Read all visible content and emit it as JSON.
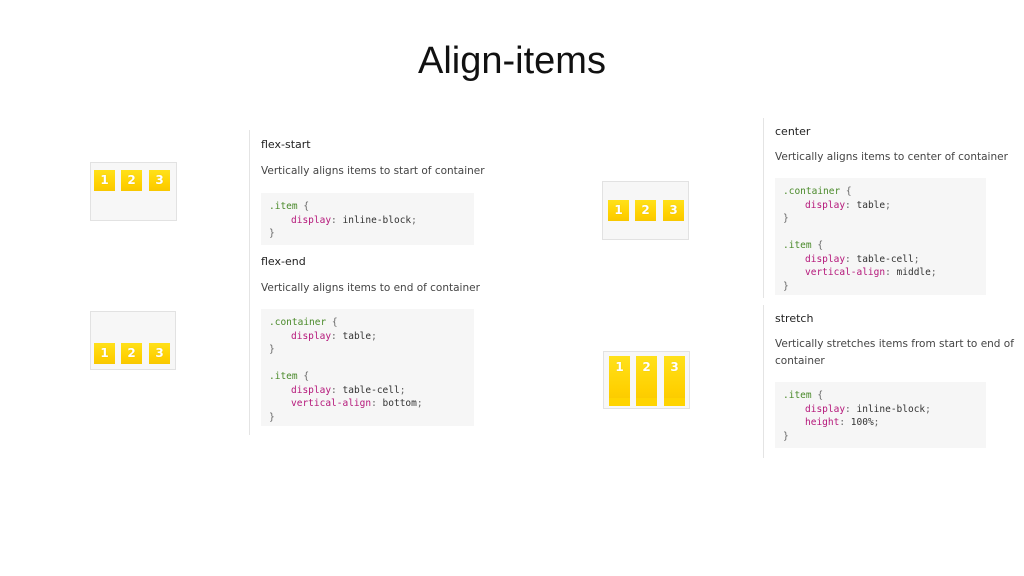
{
  "page": {
    "title": "Align-items"
  },
  "sections": {
    "flex_start": {
      "heading": "flex-start",
      "description": "Vertically aligns items to start of container",
      "items": [
        "1",
        "2",
        "3"
      ],
      "code": [
        {
          "selector": ".item",
          "open": " {"
        },
        {
          "prop": "display",
          "value": "inline-block"
        },
        {
          "close": "}"
        }
      ]
    },
    "flex_end": {
      "heading": "flex-end",
      "description": "Vertically aligns items to end of container",
      "items": [
        "1",
        "2",
        "3"
      ],
      "code": [
        {
          "selector": ".container",
          "open": " {"
        },
        {
          "prop": "display",
          "value": "table"
        },
        {
          "close": "}"
        },
        {
          "selector": ".item",
          "open": " {"
        },
        {
          "prop": "display",
          "value": "table-cell"
        },
        {
          "prop": "vertical-align",
          "value": "bottom"
        },
        {
          "close": "}"
        }
      ]
    },
    "center": {
      "heading": "center",
      "description": "Vertically aligns items to center of container",
      "items": [
        "1",
        "2",
        "3"
      ],
      "code": [
        {
          "selector": ".container",
          "open": " {"
        },
        {
          "prop": "display",
          "value": "table"
        },
        {
          "close": "}"
        },
        {
          "selector": ".item",
          "open": " {"
        },
        {
          "prop": "display",
          "value": "table-cell"
        },
        {
          "prop": "vertical-align",
          "value": "middle"
        },
        {
          "close": "}"
        }
      ]
    },
    "stretch": {
      "heading": "stretch",
      "description_line1": "Vertically stretches items from start to end of",
      "description_line2": "container",
      "items": [
        "1",
        "2",
        "3"
      ],
      "code": [
        {
          "selector": ".item",
          "open": " {"
        },
        {
          "prop": "display",
          "value": "inline-block"
        },
        {
          "prop": "height",
          "value": "100%"
        },
        {
          "close": "}"
        }
      ]
    }
  }
}
